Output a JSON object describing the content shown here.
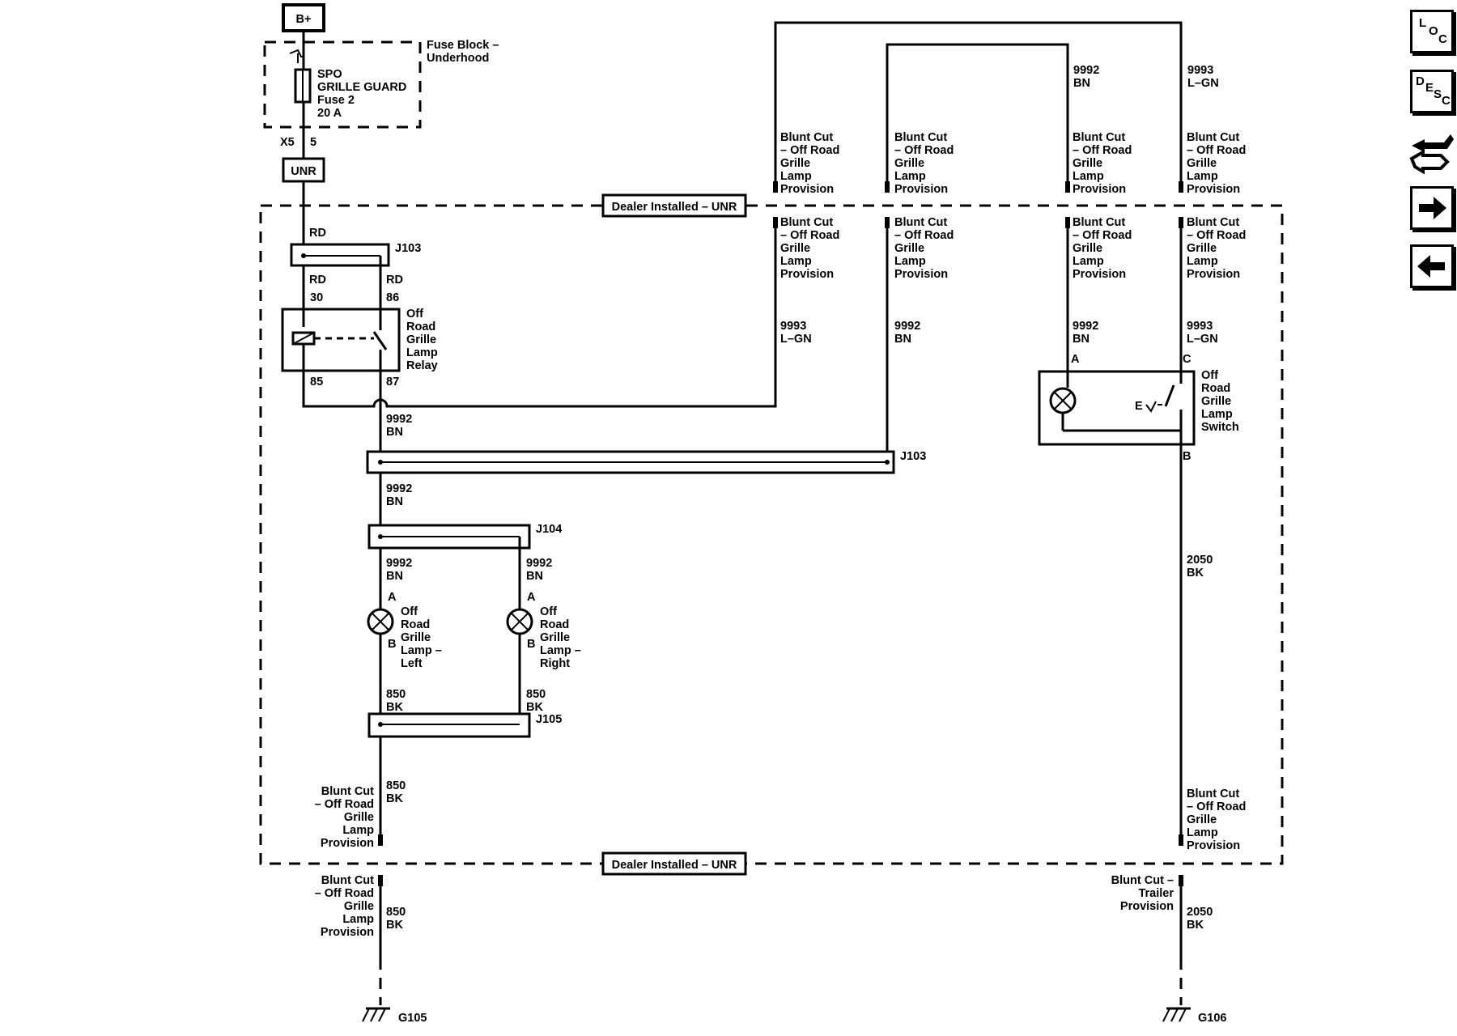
{
  "power": {
    "source": "B+"
  },
  "fuse": {
    "block_label": [
      "Fuse Block –",
      "Underhood"
    ],
    "name": [
      "SPO",
      "GRILLE GUARD",
      "Fuse 2",
      "20 A"
    ],
    "connector": "X5",
    "pin": "5"
  },
  "unr_box": "UNR",
  "dealer_label": "Dealer Installed – UNR",
  "wires": {
    "rd": "RD",
    "w9992": [
      "9992",
      "BN"
    ],
    "w9993": [
      "9993",
      "L–GN"
    ],
    "w850": [
      "850",
      "BK"
    ],
    "w2050": [
      "2050",
      "BK"
    ]
  },
  "splices": {
    "j103": "J103",
    "j104": "J104",
    "j105": "J105"
  },
  "relay": {
    "name": [
      "Off",
      "Road",
      "Grille",
      "Lamp",
      "Relay"
    ],
    "pins": {
      "p30": "30",
      "p86": "86",
      "p85": "85",
      "p87": "87"
    }
  },
  "provision": [
    "Blunt Cut",
    "– Off Road",
    "Grille",
    "Lamp",
    "Provision"
  ],
  "trailer_provision": [
    "Blunt Cut –",
    "Trailer",
    "Provision"
  ],
  "lamps": {
    "left": [
      "Off",
      "Road",
      "Grille",
      "Lamp –",
      "Left"
    ],
    "right": [
      "Off",
      "Road",
      "Grille",
      "Lamp –",
      "Right"
    ],
    "pin_a": "A",
    "pin_b": "B"
  },
  "switch": {
    "name": [
      "Off",
      "Road",
      "Grille",
      "Lamp",
      "Switch"
    ],
    "pin_a": "A",
    "pin_b": "B",
    "pin_c": "C"
  },
  "grounds": {
    "left": "G105",
    "right": "G106"
  },
  "nav": {
    "loc": [
      "L",
      "O",
      "C"
    ],
    "desc": [
      "D",
      "E",
      "S",
      "C"
    ],
    "connector_icon": "connector-icon",
    "next_icon": "arrow-right-icon",
    "prev_icon": "arrow-left-icon"
  }
}
